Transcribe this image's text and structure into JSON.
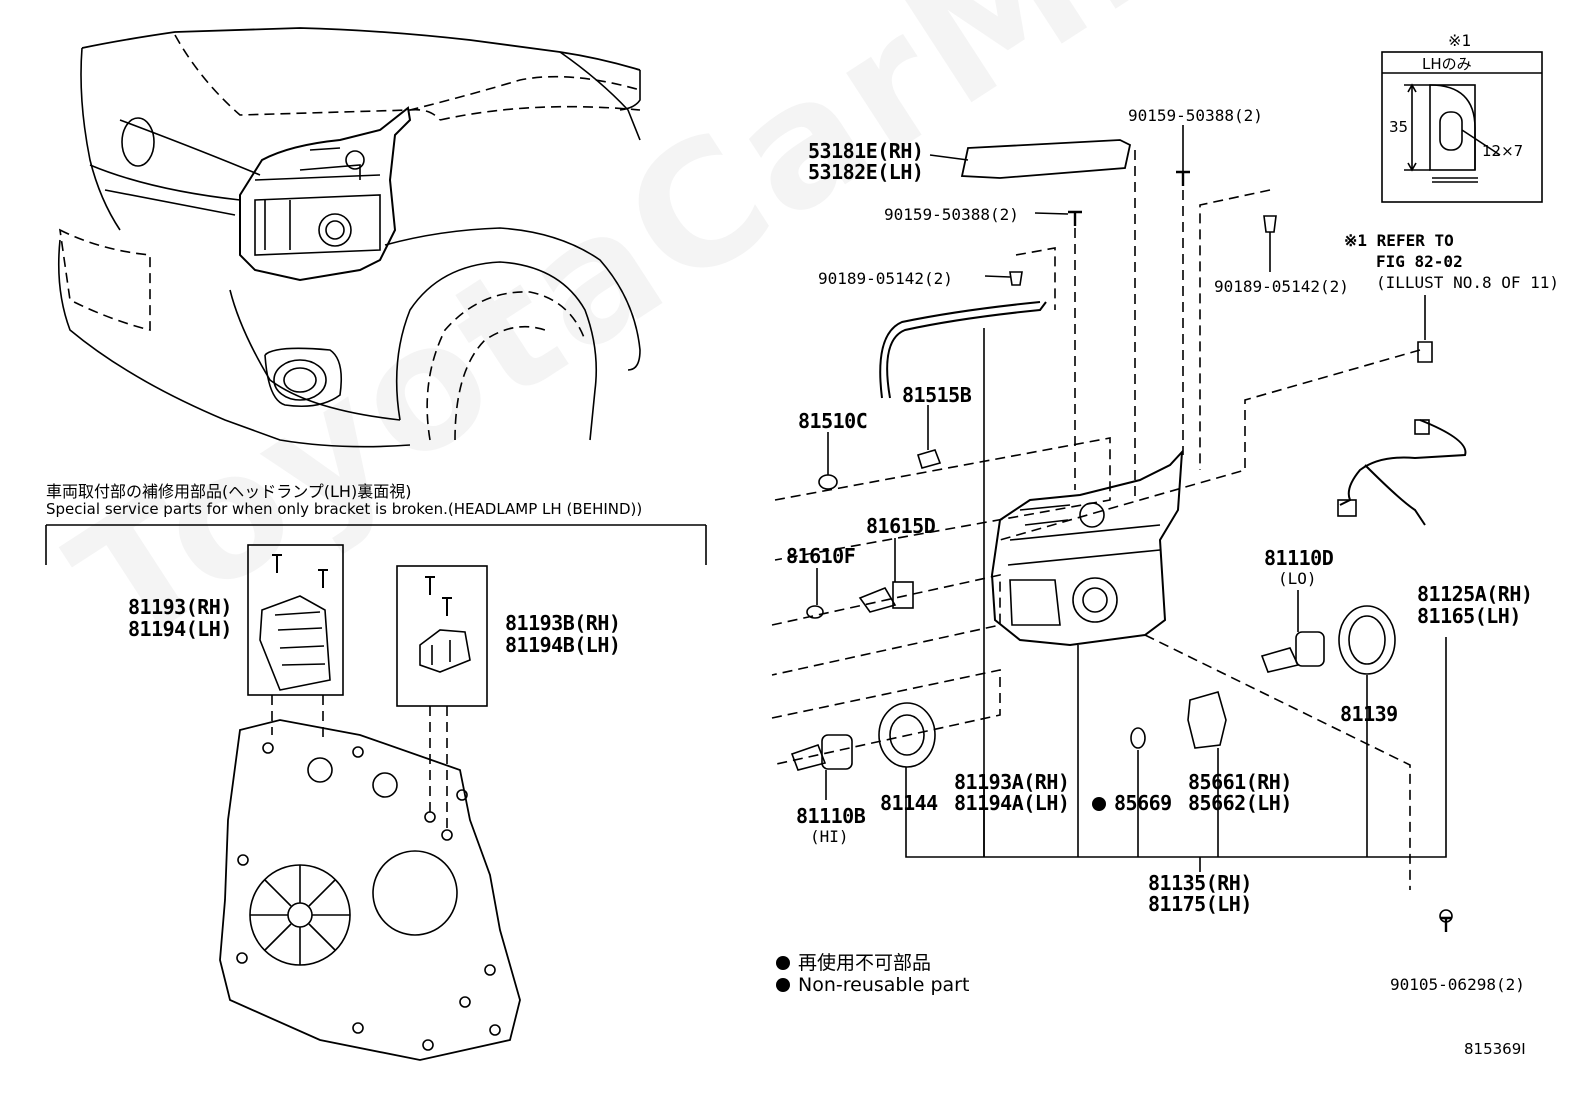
{
  "watermark": "ToyotaCarMine.ru",
  "inset": {
    "mark": "※1",
    "header": "LHのみ",
    "dim_height": "35",
    "dim_slot": "12×7"
  },
  "refer_note": {
    "line1": "※1 REFER TO",
    "line2": "FIG 82-02",
    "line3": "(ILLUST NO.8 OF 11)"
  },
  "special_service": {
    "jp": "車両取付部の補修用部品(ヘッドランプ(LH)裏面視)",
    "en": "Special service parts for when only bracket is broken.(HEADLAMP LH (BEHIND))"
  },
  "parts": {
    "p53181E": "53181E(RH)",
    "p53182E": "53182E(LH)",
    "p90159_top": "90159-50388(2)",
    "p90159_mid": "90159-50388(2)",
    "p90189_left": "90189-05142(2)",
    "p90189_right": "90189-05142(2)",
    "p81515B": "81515B",
    "p81510C": "81510C",
    "p81615D": "81615D",
    "p81610F": "81610F",
    "p81110D": "81110D",
    "p81110D_sub": "(LO)",
    "p81125A": "81125A(RH)",
    "p81165": "81165(LH)",
    "p81139": "81139",
    "p81110B": "81110B",
    "p81110B_sub": "(HI)",
    "p81144": "81144",
    "p81193A": "81193A(RH)",
    "p81194A": "81194A(LH)",
    "p85669": "85669",
    "p85661": "85661(RH)",
    "p85662": "85662(LH)",
    "p81135": "81135(RH)",
    "p81175": "81175(LH)",
    "p90105": "90105-06298(2)",
    "p81193": "81193(RH)",
    "p81194": "81194(LH)",
    "p81193B": "81193B(RH)",
    "p81194B": "81194B(LH)"
  },
  "legend": {
    "jp": "再使用不可部品",
    "en": "Non-reusable part"
  },
  "figure_code": "815369I"
}
